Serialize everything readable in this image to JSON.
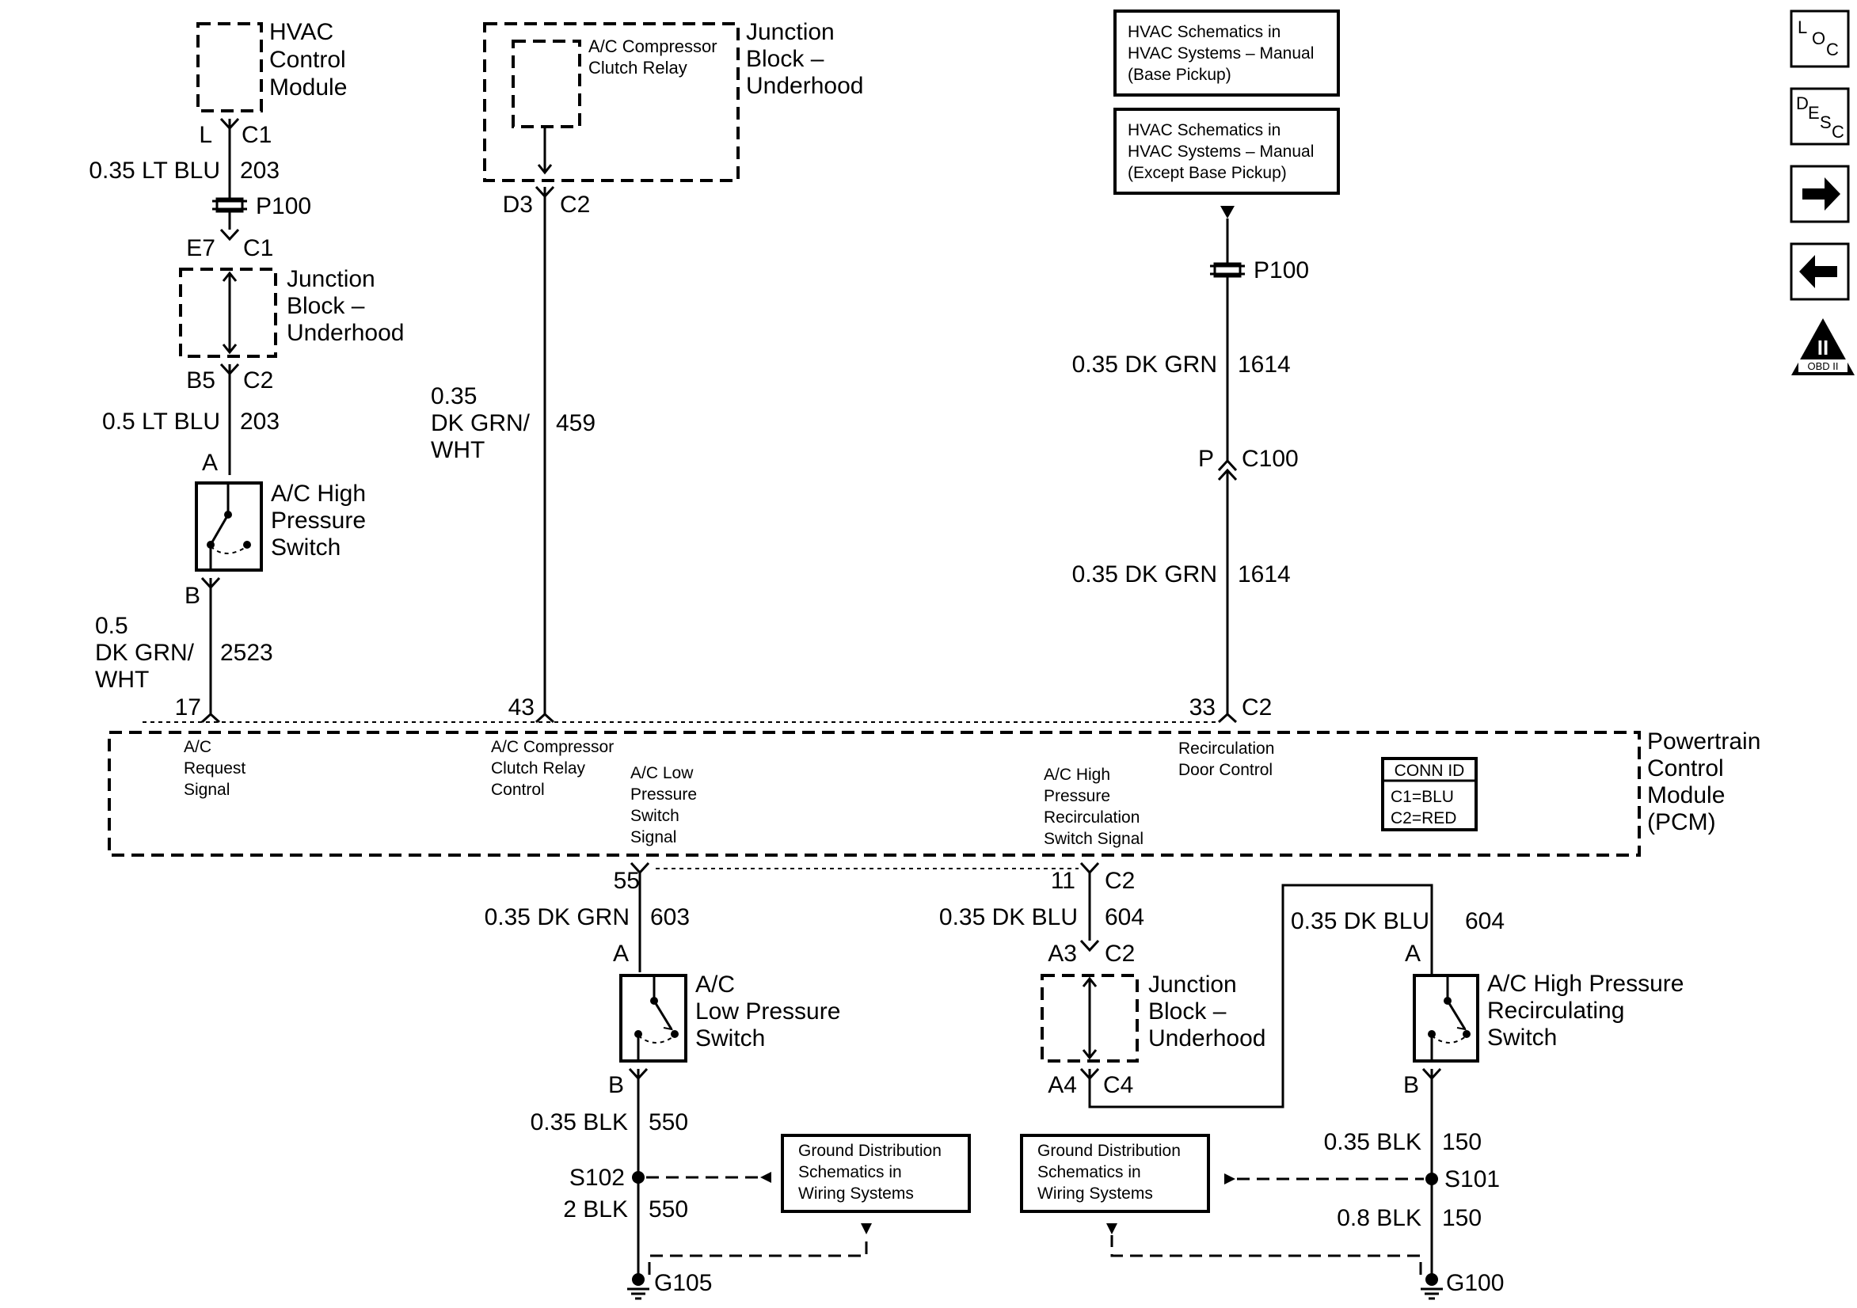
{
  "nav": {
    "loc_letters": [
      "L",
      "O",
      "C"
    ],
    "desc_letters": [
      "D",
      "E",
      "S",
      "C"
    ],
    "forward_icon": "right-arrow-icon",
    "back_icon": "left-arrow-icon",
    "obd_numeral": "II",
    "obd_caption": "OBD II"
  },
  "hvac": {
    "module_lines": [
      "HVAC",
      "Control",
      "Module"
    ],
    "pin_l": "L",
    "conn_c1": "C1",
    "wire1_size_color": "0.35 LT BLU",
    "wire1_circuit": "203",
    "p100": "P100",
    "pin_e7": "E7",
    "conn_c1b": "C1",
    "jb_lines": [
      "Junction",
      "Block –",
      "Underhood"
    ],
    "pin_b5": "B5",
    "conn_c2": "C2",
    "wire2_size_color": "0.5 LT BLU",
    "wire2_circuit": "203",
    "pin_a": "A",
    "switch_lines": [
      "A/C High",
      "Pressure",
      "Switch"
    ],
    "pin_b": "B",
    "wire3_lines": [
      "0.5",
      "DK GRN/",
      "WHT"
    ],
    "wire3_circuit": "2523",
    "pcm_pin": "17"
  },
  "relay": {
    "relay_lines": [
      "A/C Compressor",
      "Clutch Relay"
    ],
    "jb_lines": [
      "Junction",
      "Block –",
      "Underhood"
    ],
    "pin_d3": "D3",
    "conn_c2": "C2",
    "wire_lines": [
      "0.35",
      "DK GRN/",
      "WHT"
    ],
    "wire_circuit": "459",
    "pcm_pin": "43"
  },
  "ref_boxes": {
    "base_lines": [
      "HVAC Schematics in",
      "HVAC Systems – Manual",
      "(Base Pickup)"
    ],
    "except_lines": [
      "HVAC Schematics in",
      "HVAC Systems – Manual",
      "(Except Base Pickup)"
    ]
  },
  "recirc": {
    "p100": "P100",
    "wire1_size_color": "0.35 DK GRN",
    "wire1_circuit": "1614",
    "pin_p": "P",
    "conn_c100": "C100",
    "wire2_size_color": "0.35 DK GRN",
    "wire2_circuit": "1614",
    "pcm_pin": "33",
    "pcm_conn": "C2"
  },
  "pcm": {
    "title_lines": [
      "Powertrain",
      "Control",
      "Module",
      "(PCM)"
    ],
    "sig_ac_request": [
      "A/C",
      "Request",
      "Signal"
    ],
    "sig_relay": [
      "A/C Compressor",
      "Clutch Relay",
      "Control"
    ],
    "sig_low": [
      "A/C Low",
      "Pressure",
      "Switch",
      "Signal"
    ],
    "sig_high_recirc": [
      "A/C High",
      "Pressure",
      "Recirculation",
      "Switch Signal"
    ],
    "sig_recirc_door": [
      "Recirculation",
      "Door Control"
    ],
    "conn_id_title": "CONN ID",
    "conn_id_c1": "C1=BLU",
    "conn_id_c2": "C2=RED"
  },
  "low_switch": {
    "pcm_pin": "55",
    "wire1_size_color": "0.35 DK GRN",
    "wire1_circuit": "603",
    "pin_a": "A",
    "switch_lines": [
      "A/C",
      "Low Pressure",
      "Switch"
    ],
    "pin_b": "B",
    "wire2_size_color": "0.35 BLK",
    "wire2_circuit": "550",
    "splice": "S102",
    "wire3_size_color": "2 BLK",
    "wire3_circuit": "550",
    "ground": "G105",
    "ref_lines": [
      "Ground Distribution",
      "Schematics in",
      "Wiring Systems"
    ]
  },
  "high_recirc": {
    "pcm_pin": "11",
    "pcm_conn": "C2",
    "wire1_size_color": "0.35 DK BLU",
    "wire1_circuit": "604",
    "pin_a3": "A3",
    "conn_c2": "C2",
    "jb_lines": [
      "Junction",
      "Block –",
      "Underhood"
    ],
    "pin_a4": "A4",
    "conn_c4": "C4",
    "wire2_size_color": "0.35 DK BLU",
    "wire2_circuit": "604",
    "pin_a": "A",
    "switch_lines": [
      "A/C High Pressure",
      "Recirculating",
      "Switch"
    ],
    "pin_b": "B",
    "wire3_size_color": "0.35 BLK",
    "wire3_circuit": "150",
    "splice": "S101",
    "wire4_size_color": "0.8 BLK",
    "wire4_circuit": "150",
    "ground": "G100",
    "ref_lines": [
      "Ground Distribution",
      "Schematics in",
      "Wiring Systems"
    ]
  }
}
